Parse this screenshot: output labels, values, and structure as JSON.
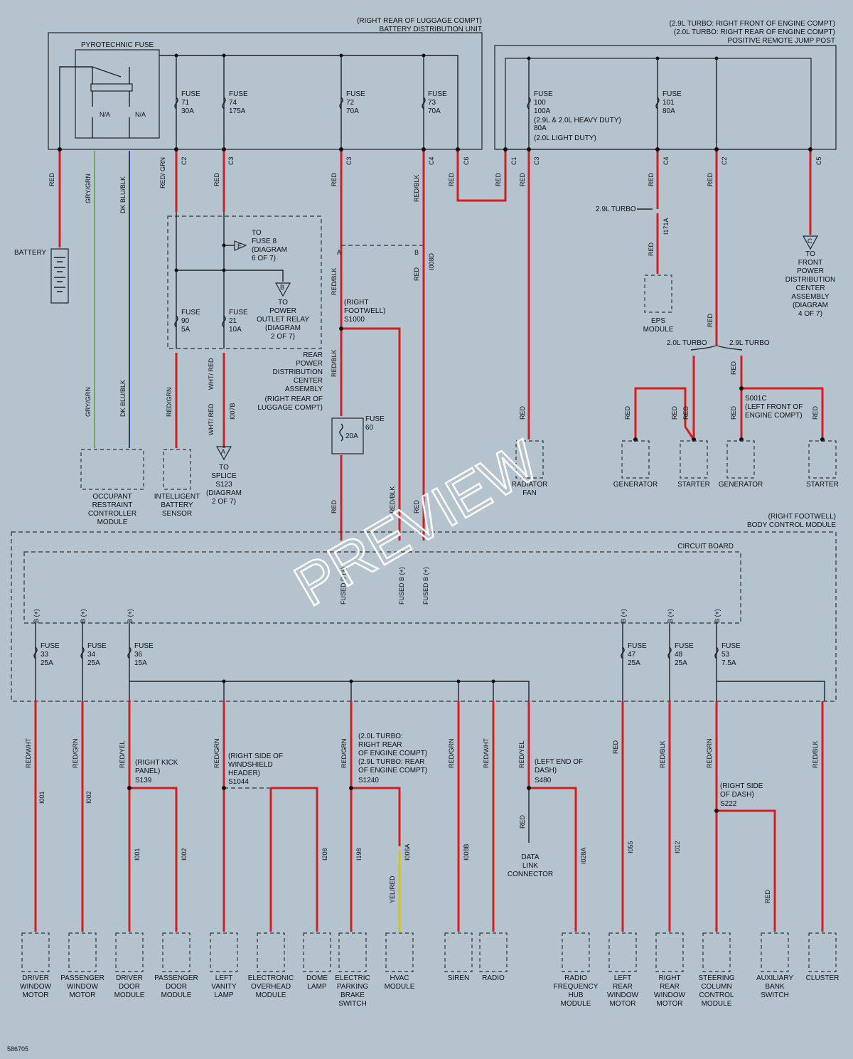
{
  "top_labels": {
    "bdu_location": "(RIGHT REAR OF LUGGAGE COMPT)",
    "bdu_name": "BATTERY DISTRIBUTION UNIT",
    "jump_post_loc1": "(2.9L TURBO: RIGHT FRONT OF ENGINE COMPT)",
    "jump_post_loc2": "(2.0L TURBO: RIGHT REAR OF ENGINE COMPT)",
    "jump_post_name": "POSITIVE REMOTE JUMP POST",
    "pyro_fuse": "PYROTECHNIC FUSE",
    "na": "N/A"
  },
  "top_fuses": [
    {
      "label": "FUSE",
      "num": "71",
      "amp": "30A"
    },
    {
      "label": "FUSE",
      "num": "74",
      "amp": "175A"
    },
    {
      "label": "FUSE",
      "num": "72",
      "amp": "70A"
    },
    {
      "label": "FUSE",
      "num": "73",
      "amp": "70A"
    },
    {
      "label": "FUSE",
      "num": "100",
      "amp": "100A"
    },
    {
      "label": "FUSE",
      "num": "101",
      "amp": "80A"
    }
  ],
  "fuse100_notes": [
    "(2.9L & 2.0L HEAVY DUTY)",
    "80A",
    "(2.0L LIGHT DUTY)"
  ],
  "connectors_top": [
    "C2",
    "C3",
    "C3",
    "C4",
    "C6",
    "C1",
    "C3",
    "C4",
    "C2",
    "C5"
  ],
  "wire_colors_top": [
    "RED",
    "GRY/GRN",
    "DK BLU/BLK",
    "RED/ GRN",
    "RED",
    "RED",
    "RED/BLK",
    "RED",
    "RED",
    "RED",
    "RED",
    "RED"
  ],
  "battery": "BATTERY",
  "rear_pdc": {
    "fuses": [
      {
        "label": "FUSE",
        "num": "90",
        "amp": "5A"
      },
      {
        "label": "FUSE",
        "num": "21",
        "amp": "10A"
      }
    ],
    "to_fuse8": [
      "TO",
      "FUSE 8",
      "(DIAGRAM",
      "6 OF 7)"
    ],
    "to_relay": [
      "TO",
      "POWER",
      "OUTLET RELAY",
      "(DIAGRAM",
      "2 OF 7)"
    ],
    "name": [
      "REAR",
      "POWER",
      "DISTRIBUTION",
      "CENTER",
      "ASSEMBLY",
      "(RIGHT REAR OF",
      "LUGGAGE COMPT)"
    ],
    "flag_e": "E",
    "flag_b": "B"
  },
  "splice_s1000": [
    "(RIGHT",
    "FOOTWELL)",
    "S1000"
  ],
  "fuse60": {
    "label": "FUSE",
    "num": "60",
    "amp": "20A"
  },
  "to_splice": [
    "TO",
    "SPLICE",
    "S123",
    "(DIAGRAM",
    "2 OF 7)"
  ],
  "flag_a": "A",
  "circuits": [
    "I007B",
    "I008D",
    "I171A"
  ],
  "turbo_29": "2.9L TURBO",
  "turbo_20": "2.0L TURBO",
  "turbo_29b": "2.9L TURBO",
  "eps": [
    "EPS",
    "MODULE"
  ],
  "to_front_pdc": [
    "TO",
    "FRONT",
    "POWER",
    "DISTRIBUTION",
    "CENTER",
    "ASSEMBLY",
    "(DIAGRAM",
    "4 OF 7)"
  ],
  "flag_c": "C",
  "s001c": [
    "S001C",
    "(LEFT FRONT OF",
    "ENGINE COMPT)"
  ],
  "mid_modules": [
    [
      "OCCUPANT",
      "RESTRAINT",
      "CONTROLLER",
      "MODULE"
    ],
    [
      "INTELLIGENT",
      "BATTERY",
      "SENSOR"
    ],
    [
      "RADIATOR",
      "FAN"
    ],
    [
      "GENERATOR"
    ],
    [
      "STARTER"
    ],
    [
      "GENERATOR"
    ],
    [
      "STARTER"
    ]
  ],
  "bcm": {
    "loc": "(RIGHT FOOTWELL)",
    "name": "BODY CONTROL MODULE",
    "board": "CIRCUIT BOARD",
    "fused": "FUSED B (+)",
    "b": "B (+)"
  },
  "bcm_fuses": [
    {
      "label": "FUSE",
      "num": "33",
      "amp": "25A"
    },
    {
      "label": "FUSE",
      "num": "34",
      "amp": "25A"
    },
    {
      "label": "FUSE",
      "num": "36",
      "amp": "15A"
    },
    {
      "label": "FUSE",
      "num": "47",
      "amp": "25A"
    },
    {
      "label": "FUSE",
      "num": "48",
      "amp": "25A"
    },
    {
      "label": "FUSE",
      "num": "53",
      "amp": "7.5A"
    }
  ],
  "splices_bottom": [
    [
      "(RIGHT KICK",
      "PANEL)",
      "S139"
    ],
    [
      "(RIGHT SIDE OF",
      "WINDSHIELD",
      "HEADER)",
      "S1044"
    ],
    [
      "(2.0L TURBO:",
      "RIGHT REAR",
      "OF ENGINE COMPT)",
      "(2.9L TURBO: REAR",
      "OF ENGINE COMPT)",
      "S1240"
    ],
    [
      "(LEFT END OF",
      "DASH)",
      "S480"
    ],
    [
      "(RIGHT SIDE",
      "OF DASH)",
      "S222"
    ]
  ],
  "bottom_wires": [
    "RED/WHT",
    "RED/GRN",
    "RED/YEL",
    "RED/GRN",
    "RED/GRN",
    "RED/GRN",
    "RED/WHT",
    "RED/YEL",
    "RED",
    "RED/BLK",
    "RED/GRN",
    "RED/BLK",
    "YEL/RED",
    "RED"
  ],
  "bottom_circuits": [
    "I001",
    "I002",
    "I001",
    "I002",
    "I208",
    "I198",
    "I006A",
    "I008B",
    "I028A",
    "I055",
    "I012"
  ],
  "data_link": [
    "DATA",
    "LINK",
    "CONNECTOR"
  ],
  "bottom_modules": [
    [
      "DRIVER",
      "WINDOW",
      "MOTOR"
    ],
    [
      "PASSENGER",
      "WINDOW",
      "MOTOR"
    ],
    [
      "DRIVER",
      "DOOR",
      "MODULE"
    ],
    [
      "PASSENGER",
      "DOOR",
      "MODULE"
    ],
    [
      "LEFT",
      "VANITY",
      "LAMP"
    ],
    [
      "ELECTRONIC",
      "OVERHEAD",
      "MODULE"
    ],
    [
      "DOME",
      "LAMP"
    ],
    [
      "ELECTRIC",
      "PARKING",
      "BRAKE",
      "SWITCH"
    ],
    [
      "HVAC",
      "MODULE"
    ],
    [
      "SIREN"
    ],
    [
      "RADIO"
    ],
    [
      "RADIO",
      "FREQUENCY",
      "HUB",
      "MODULE"
    ],
    [
      "LEFT",
      "REAR",
      "WINDOW",
      "MOTOR"
    ],
    [
      "RIGHT",
      "REAR",
      "WINDOW",
      "MOTOR"
    ],
    [
      "STEERING",
      "COLUMN",
      "CONTROL",
      "MODULE"
    ],
    [
      "AUXILIARY",
      "BANK",
      "SWITCH"
    ],
    [
      "CLUSTER"
    ]
  ],
  "figure_id": "586705",
  "watermark": "PREVIEW"
}
